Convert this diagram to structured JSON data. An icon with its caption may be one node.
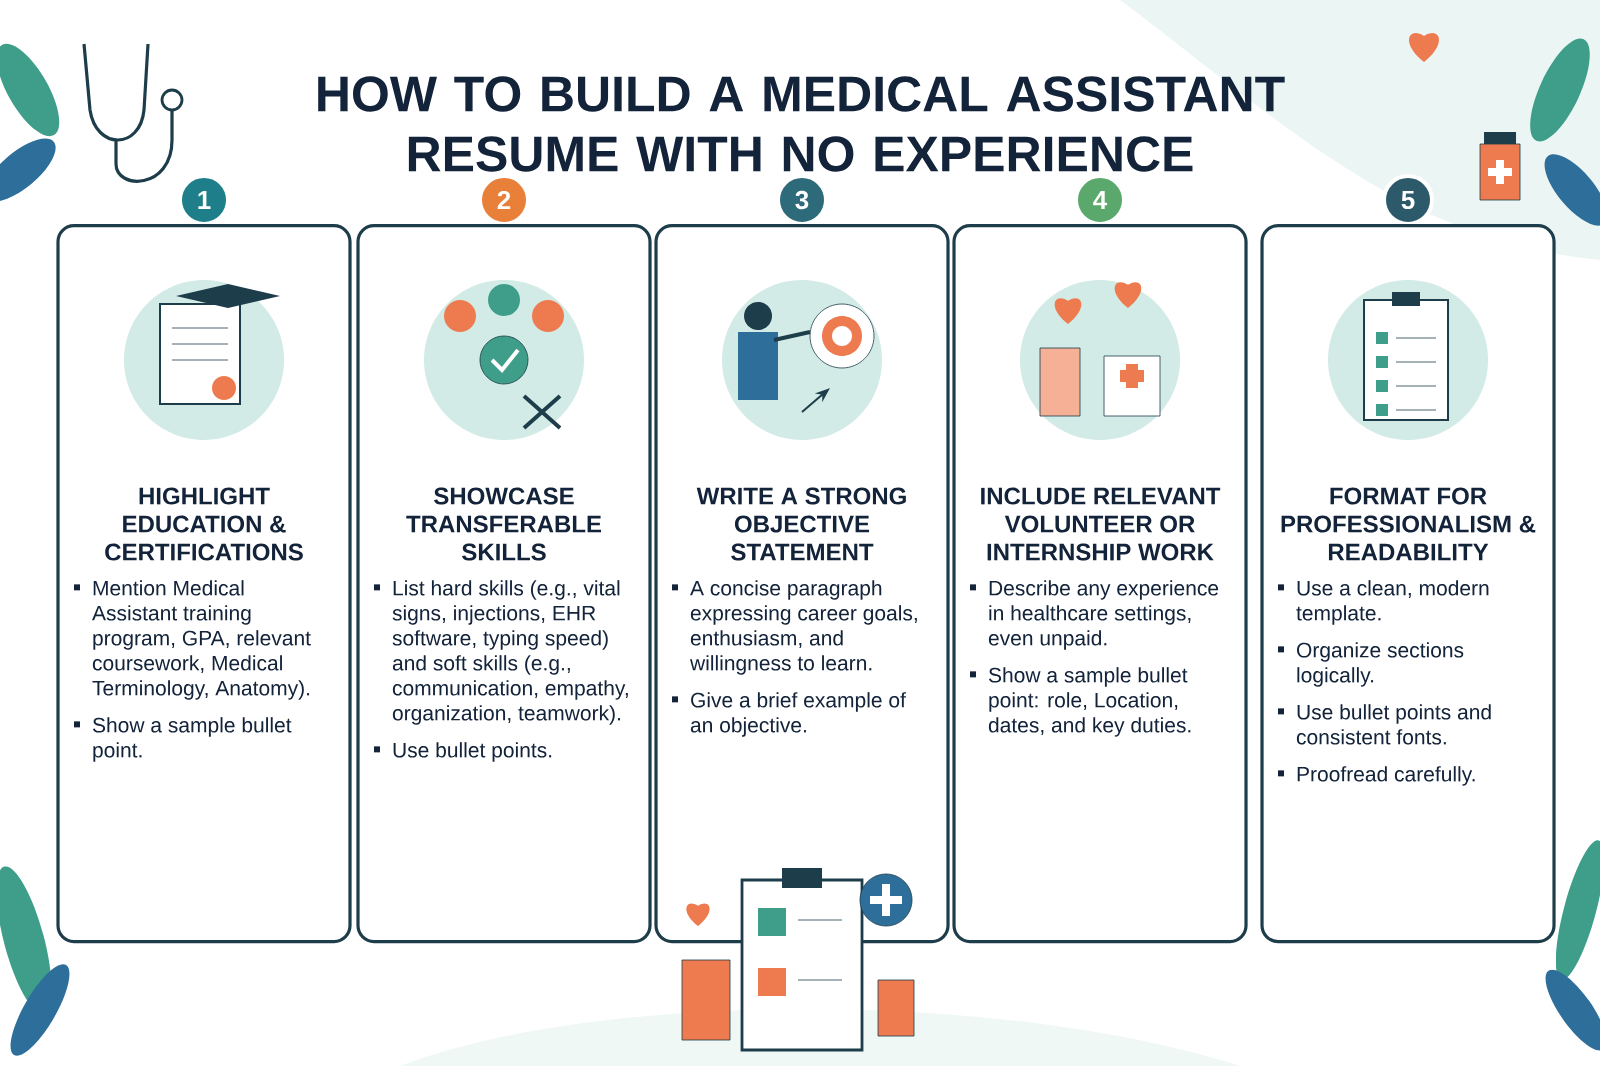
{
  "diagram": {
    "title": "HOW TO BUILD A MEDICAL ASSISTANT RESUME WITH NO EXPERIENCE",
    "nodes": [
      {
        "text": [
          "1"
        ]
      },
      {
        "text": [
          "HIGHLIGHT EDUCATION & CERTIFICATIONS",
          "Mention Medical Assistant training program, GPA, relevant coursework, Medical Terminology, Anatomy).",
          "Show a sample bullet point."
        ]
      },
      {
        "text": [
          "2"
        ]
      },
      {
        "text": [
          "SHOWCASE TRANSFERABLE SKILLS",
          "List hard skills (e.g., vital signs, injections, EHR software, typing speed) and soft skills (e.g., communication, empathy, organization, teamwork).",
          "Use bullet points."
        ]
      },
      {
        "text": [
          "3"
        ]
      },
      {
        "text": [
          "WRITE A STRONG OBJECTIVE STATEMENT",
          "A concise paragraph expressing career goals, enthusiasm, and willingness to learn.",
          "Give a brief example of an objective."
        ]
      },
      {
        "text": [
          "4"
        ]
      },
      {
        "text": [
          "INCLUDE RELEVANT VOLUNTEER OR INTERNSHIP WORK",
          "Describe any experience in healthcare settings, even unpaid.",
          "Show a sample bullet point: role, Location, dates, and key duties."
        ]
      },
      {
        "text": [
          "5"
        ]
      },
      {
        "text": [
          "FORMAT FOR PROFESSIONALISM & READABILITY",
          "Use a clean, modern template.",
          "Organize sections logically.",
          "Use bullet points and consistent fonts.",
          "Proofread carefully."
        ]
      }
    ]
  }
}
